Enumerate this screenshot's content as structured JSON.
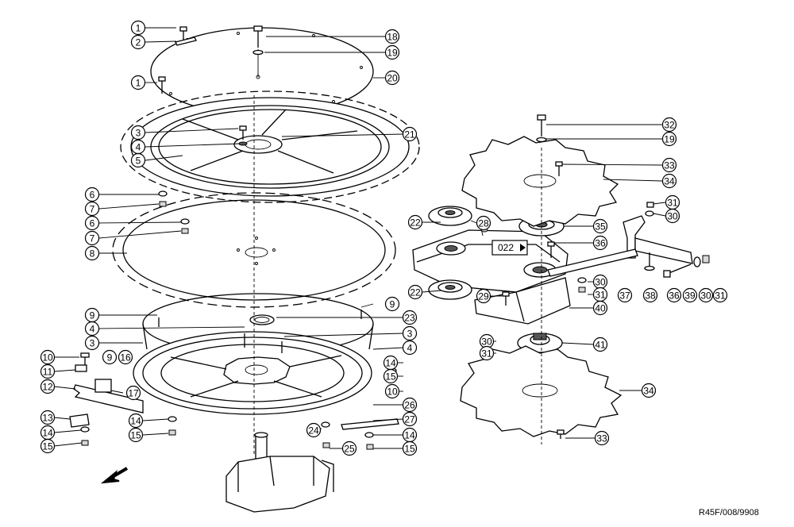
{
  "drawing_reference": "R45F/008/9908",
  "section_badge": "022",
  "callouts": [
    "1",
    "2",
    "18",
    "19",
    "1",
    "20",
    "3",
    "21",
    "4",
    "5",
    "6",
    "7",
    "6",
    "7",
    "8",
    "32",
    "19",
    "33",
    "34",
    "31",
    "30",
    "22",
    "28",
    "35",
    "36",
    "37",
    "38",
    "36",
    "39",
    "30",
    "31",
    "30",
    "31",
    "22",
    "29",
    "40",
    "9",
    "9",
    "23",
    "4",
    "3",
    "3",
    "4",
    "30",
    "41",
    "31",
    "10",
    "9",
    "16",
    "11",
    "12",
    "17",
    "14",
    "15",
    "10",
    "13",
    "14",
    "15",
    "14",
    "15",
    "26",
    "27",
    "24",
    "14",
    "25",
    "15",
    "34",
    "33"
  ]
}
